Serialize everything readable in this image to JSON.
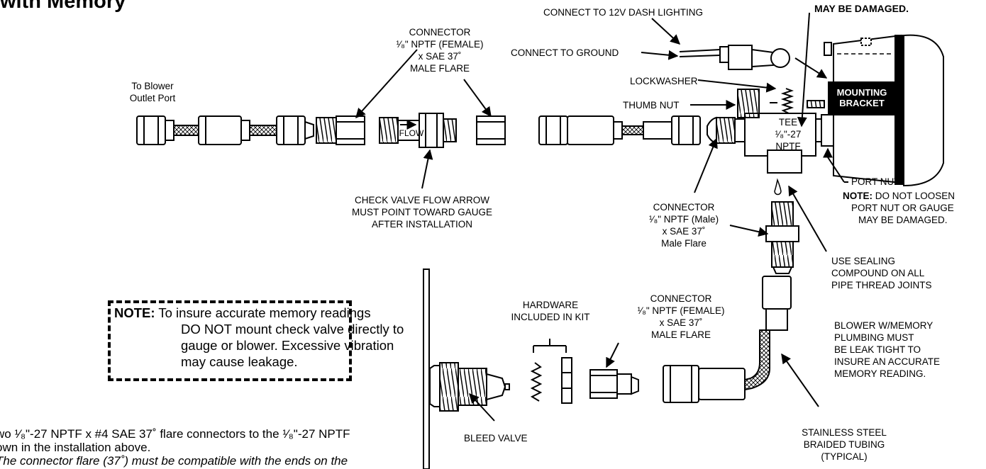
{
  "title": "with Memory",
  "header_warning": "MAY BE DAMAGED.",
  "labels": {
    "connect_12v": "CONNECT TO 12V DASH LIGHTING",
    "connect_ground": "CONNECT TO GROUND",
    "connector_top": [
      "CONNECTOR",
      "¹⁄₈\" NPTF (FEMALE)",
      "x SAE 37˚",
      "MALE FLARE"
    ],
    "to_blower": [
      "To Blower",
      "Outlet Port"
    ],
    "lockwasher": "LOCKWASHER",
    "thumb_nut": "THUMB NUT",
    "mounting_bracket": [
      "MOUNTING",
      "BRACKET"
    ],
    "tee": [
      "TEE",
      "¹⁄₈\"-27",
      "NPTF"
    ],
    "flow": "FLOW",
    "port_nut": "PORT NUT",
    "note_port_nut_label": "NOTE:",
    "note_port_nut": [
      "DO NOT LOOSEN",
      "PORT NUT OR GAUGE",
      "MAY BE DAMAGED."
    ],
    "check_valve": [
      "CHECK VALVE FLOW ARROW",
      "MUST POINT TOWARD GAUGE",
      "AFTER INSTALLATION"
    ],
    "connector_male": [
      "CONNECTOR",
      "¹⁄₈\" NPTF (Male)",
      "x SAE 37˚",
      "Male Flare"
    ],
    "sealing": [
      "USE SEALING",
      "COMPOUND ON ALL",
      "PIPE THREAD JOINTS"
    ],
    "hardware": [
      "HARDWARE",
      "INCLUDED IN KIT"
    ],
    "connector_bottom": [
      "CONNECTOR",
      "¹⁄₈\" NPTF (FEMALE)",
      "x SAE 37˚",
      "MALE FLARE"
    ],
    "blower_memory": [
      "BLOWER W/MEMORY",
      "PLUMBING MUST",
      "BE LEAK TIGHT TO",
      "INSURE AN ACCURATE",
      "MEMORY READING."
    ],
    "bleed_valve": "BLEED VALVE",
    "braided": [
      "STAINLESS STEEL",
      "BRAIDED TUBING",
      "(TYPICAL)"
    ]
  },
  "note_box": {
    "label": "NOTE:",
    "lines": [
      "To insure accurate memory readings",
      "DO NOT mount check valve directly to",
      "gauge or blower. Excessive vibration",
      "may cause leakage."
    ]
  },
  "footer": {
    "line1": "wo ¹⁄₈\"-27 NPTF x #4 SAE 37˚ flare connectors to the ¹⁄₈\"-27 NPTF",
    "line2": "own in the installation above.",
    "line3": "The connector flare (37˚) must be compatible with the ends on the"
  }
}
